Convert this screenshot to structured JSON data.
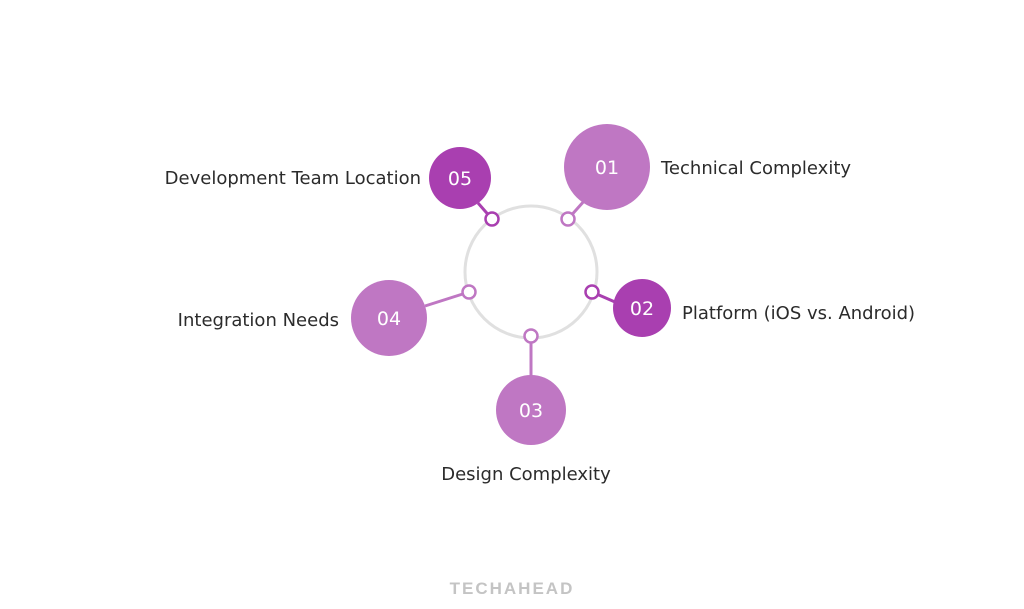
{
  "colors": {
    "light": "#bf77c3",
    "dark": "#a93fb0",
    "ring": "#e0e0e0"
  },
  "items": [
    {
      "number": "01",
      "label": "Technical Complexity"
    },
    {
      "number": "02",
      "label": "Platform (iOS vs. Android)"
    },
    {
      "number": "03",
      "label": "Design Complexity"
    },
    {
      "number": "04",
      "label": "Integration Needs"
    },
    {
      "number": "05",
      "label": "Development Team Location"
    }
  ],
  "logo": "TECHAHEAD"
}
